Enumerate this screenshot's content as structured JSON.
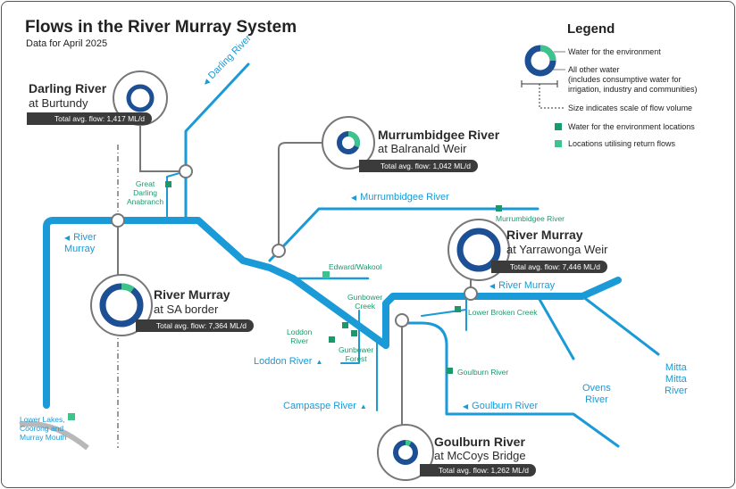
{
  "title": "Flows in the River Murray System",
  "subtitle": "Data for April 2025",
  "colors": {
    "river": "#1a9ad6",
    "env_water": "#3cc48c",
    "other_water": "#1c4f93",
    "env_marker": "#1a9a6a",
    "flow_bar": "#3b3b3b"
  },
  "legend": {
    "title": "Legend",
    "env_water": "Water for the environment",
    "other_water_line1": "All other water",
    "other_water_line2": "(includes consumptive water for",
    "other_water_line3": "irrigation, industry and communities)",
    "size_note": "Size indicates scale of flow volume",
    "env_locations": "Water for the environment locations",
    "return_flows": "Locations utilising return flows"
  },
  "gauges": {
    "darling": {
      "title": "Darling River",
      "subtitle": "at Burtundy",
      "flow": "Total avg. flow: 1,417 ML/d",
      "env_fraction": 0
    },
    "murrumbidgee": {
      "title": "Murrumbidgee River",
      "subtitle": "at Balranald Weir",
      "flow": "Total avg. flow: 1,042 ML/d",
      "env_fraction": 0.32
    },
    "yarrawonga": {
      "title": "River Murray",
      "subtitle": "at Yarrawonga Weir",
      "flow": "Total avg. flow: 7,446 ML/d",
      "env_fraction": 0
    },
    "sa_border": {
      "title": "River Murray",
      "subtitle": "at SA border",
      "flow": "Total avg. flow: 7,364 ML/d",
      "env_fraction": 0.1
    },
    "goulburn": {
      "title": "Goulburn River",
      "subtitle": "at McCoys Bridge",
      "flow": "Total avg. flow: 1,262 ML/d",
      "env_fraction": 0.08
    }
  },
  "rivers": {
    "darling": "Darling River",
    "murrumbidgee": "Murrumbidgee River",
    "murray_west": "River\nMurray",
    "murray_east": "River Murray",
    "loddon": "Loddon River",
    "campaspe": "Campaspe River",
    "goulburn": "Goulburn River",
    "ovens": "Ovens\nRiver",
    "mitta": "Mitta\nMitta\nRiver"
  },
  "env_sites": {
    "great_darling": "Great\nDarling\nAnabranch",
    "murrumbidgee": "Murrumbidgee River",
    "edward_wakool": "Edward/Wakool",
    "gunbower_creek": "Gunbower\nCreek",
    "loddon": "Loddon\nRiver",
    "gunbower_forest": "Gunbower\nForest",
    "lower_broken": "Lower Broken Creek",
    "goulburn": "Goulburn River",
    "lower_lakes": "Lower Lakes,\nCoorong and\nMurray Mouth"
  }
}
